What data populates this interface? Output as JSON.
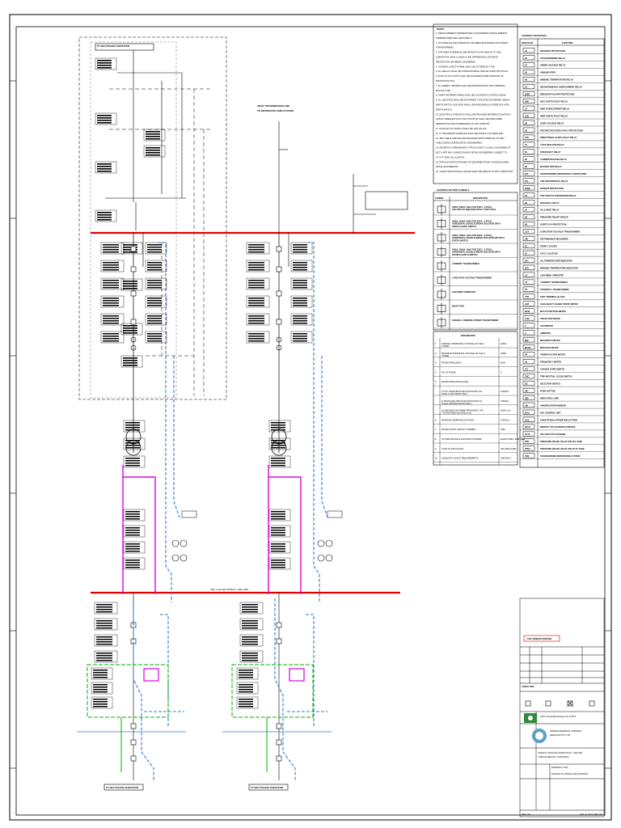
{
  "diagram": {
    "top_incomer": "TO 33kV POOLING SUBSTATION",
    "incoming_line_label": "400kV TRANSMISSION LINE",
    "incoming_line_label_2": "TO INTERSTATE GRID SYSTEM",
    "lower_bus_label": "33kV 1 COLLECTOR BUS 1, 33kV, 50Hz",
    "outgoing_1": "TO 33kV POOLING SUBSTATION",
    "outgoing_2": "TO 33kV POOLING SUBSTATION"
  },
  "notes": {
    "heading": "NOTES:",
    "items": [
      "1. DESIGN AMBIENT TEMPERATURE OF EQUIPMENT DESIGN AMBIENT",
      "   TEMPERATURE SHALL BE 50 DEG C.",
      "2. NO PARALLEL AND OPERATION HAS BEEN ENVISAGED FOR POWER",
      "   TRANSFORMERS.",
      "3. FOR 400kV OVERHEAD LINE FROM PV PLANT END AS TO 33kV",
      "   SUBSTATION, MAIN-I & MAIN-II LINE DIFFERENTIAL DISTANCE",
      "   PROTECTION HAS BEEN CONSIDERED.",
      "4. CONTROL & RELAY PANEL SHALL BE OF SIMPLEX TYPE.",
      "5. ALL RELAYS SHALL BE COMMUNICABLE OVER IEC 61850 PROTOCOL.",
      "6. FINAL PT & CT RATIO SHALL BE FINALIZED AFTER APPROVAL OF",
      "   PROTECTION DLD.",
      "7. ALL ENERGY METERS SHALL BE PROVIDED WITH TEST TERMINAL",
      "   BLOCKS (TTB).",
      "8. TARIFF METERING PANEL SHALL BE LOCATED IN CONTROL ROOM.",
      "9. ALL ISOLATOR SHALL BE MOTORIZED TYPE WITH MOTORIZED SINGLE",
      "   EARTH SWITCH. ISOLATOR SHALL HAVE MECHANICAL INTERLOCK WITH",
      "   EARTH SWITCH.",
      "10. ELECTRICAL INTERLOCK SHALL BE PROVIDED BETWEEN ISOLATOR &",
      "   CIRCUIT BREAKER SUCH THAT ISOLATOR SHALL BE OPEN WHEN",
      "   RESPECTIVE CIRCUIT BREAKER IS IN OFF POSITION.",
      "11. AUXILIARY DC SUPPLY SHALL BE 110V (DC) DC.",
      "12. CT SECONDARY EARTHING SHALL BE DONE AT CR PANEL END.",
      "13. 33kV CABLE SIZE WILL BE INDICATED UPON APPROVAL OF 33kV",
      "   CABLE SIZING DURING DETAIL ENGINEERING.",
      "14. METERING CORE/WINDING TYPE ACCURACY CLASS & VA BURDEN OF",
      "   MCT & MPT MAY CHANGE DURING DETAIL ENGINEERING SUBJECT TO",
      "   CT & PT SIZE CALCULATION.",
      "15. RATINGS AND POSITIONING OF EQUIPMENTS MAY CHANGE DURING",
      "   DETAIL ENGINEERING.",
      "16. 1 MAIN TRIP RATINGS & PHASE SHALL BE SIMILAR TO 33kV SUBSTATION"
    ]
  },
  "sld_legend": {
    "title": "LEGENDS FOR 400kV SYMBOLS",
    "col_symbol": "SYMBOL",
    "col_description": "DESCRIPTION",
    "rows": [
      "400kV, 3000A, 63kA FOR 3SEC., 3-POLE, SF6 CIRCUIT BREAKER WITH 2 TRIP COILS",
      "400kV, 1600A, 40kA FOR 3SEC., 3-POLE, HORIZONTAL DOUBLE BREAK ISOLATOR WITH SINGLE EARTH SWITCH",
      "400kV, 1600A, 40kA FOR 3SEC., 3-POLE, HORIZONTAL DOUBLE BREAK ISOLATOR WITHOUT EARTH SWITCH",
      "400kV, 1600A, 40kA FOR 3SEC., 3-POLE, HORIZONTAL DOUBLE BREAK ISOLATOR WITH DOUBLE EARTH SWITCH",
      "CURRENT TRANSFORMER",
      "CAPACITIVE VOLTAGE TRANSFORMER",
      "LIGHTNING ARRESTER",
      "WAVE TRAP",
      "400/33kV, 3 WINDING POWER TRANSFORMER"
    ]
  },
  "parameters": {
    "title": "PARAMETERS",
    "rows": [
      [
        "1",
        "NOMINAL OPERATING VOLTAGE OF THE SYSTEM",
        "400kV"
      ],
      [
        "2",
        "MAXIMUM OPERATING VOLTAGE OF THE SYSTEM",
        "420kV"
      ],
      [
        "3",
        "RATED FREQUENCY",
        "50Hz"
      ],
      [
        "4",
        "NO OF PHASE",
        "3"
      ],
      [
        "5",
        "RATED INSULATION LEVEL",
        ""
      ],
      [
        "",
        "i) FULL WAVE IMPULSE WITHSTAND VOLTAGE (1.2/50 MICRO SEC.)",
        "1425kVp"
      ],
      [
        "",
        "ii) SWITCHING IMPULSE WITHSTAND VOLTAGE (250/2500 MICRO SEC.)",
        "1050kVp"
      ],
      [
        "",
        "iii) ONE MINUTE POWER FREQUENCY DRY WITHSTAND VOLTAGE (rms)",
        "630kV rms"
      ],
      [
        "6",
        "MINIMUM CREEPAGE DISTANCE",
        "13020mm"
      ],
      [
        "7",
        "RATED SHORT CIRCUIT CURRENT",
        "63kA"
      ],
      [
        "8",
        "SYSTEM NEUTRAL EARTHING (POWER)",
        "EFFECTIVELY EARTHED"
      ],
      [
        "9",
        "TYPE OF INSULATION",
        "AIR INSULATED"
      ],
      [
        "10",
        "AUXILIARY (AC/DC) REQUIREMENTS",
        "415V/110V"
      ]
    ]
  },
  "device_legend": {
    "title": "LEGENDS FOR DEVICES",
    "col_no": "DEVICE NO.",
    "col_function": "FUNCTION",
    "rows": [
      [
        "21",
        "DISTANCE PROTECTION"
      ],
      [
        "25",
        "SYNCHRONISING RELAY"
      ],
      [
        "27",
        "UNDER VOLTAGE RELAY"
      ],
      [
        "30",
        "ANNUNCIATOR"
      ],
      [
        "49",
        "WINDING TEMPERATURE RELAY"
      ],
      [
        "50",
        "INSTANTANEOUS OVERCURRENT RELAY"
      ],
      [
        "50BF",
        "BREAKER FAILURE PROTECTION"
      ],
      [
        "50N",
        "INST. EARTH FAULT RELAY"
      ],
      [
        "51",
        "IDMT OVERCURRENT RELAY"
      ],
      [
        "51N",
        "IDMT EARTH FAULT RELAY"
      ],
      [
        "59",
        "OVER VOLTAGE RELAY"
      ],
      [
        "64",
        "RESTRICTED EARTH FAULT PROTECTION"
      ],
      [
        "67N",
        "DIRECTIONAL EARTH FAULT RELAY"
      ],
      [
        "79",
        "AUTO RECLOSE RELAY"
      ],
      [
        "81",
        "FREQUENCY RELAY"
      ],
      [
        "85",
        "CARRIER RECEIVE RELAY"
      ],
      [
        "86",
        "MASTER TRIP RELAY"
      ],
      [
        "87T",
        "TRANSFORMER DIFFERENTIAL PROTECTION"
      ],
      [
        "87L",
        "LINE DIFFERENTIAL RELAY"
      ],
      [
        "87BB",
        "BUSBAR PROTECTION"
      ],
      [
        "95",
        "TRIP CIRCUIT SUPERVISION RELAY"
      ],
      [
        "96",
        "BUCHHOLZ RELAY"
      ],
      [
        "97",
        "OIL SURGE RELAY"
      ],
      [
        "98",
        "PRESSURE RELIEF DEVICE"
      ],
      [
        "99",
        "OVER FLUX PROTECTION"
      ],
      [
        "CVT",
        "CAPACITIVE VOLTAGE TRANSFORMER"
      ],
      [
        "DR",
        "DISTURBANCE RECORDER"
      ],
      [
        "EL",
        "EVENT LOGGER"
      ],
      [
        "FL",
        "FAULT LOCATOR"
      ],
      [
        "OTI",
        "OIL TEMPERATURE INDICATOR"
      ],
      [
        "WTI",
        "WINDING TEMPERATURE INDICATOR"
      ],
      [
        "LA",
        "LIGHTNING ARRESTER"
      ],
      [
        "CT",
        "CURRENT TRANSFORMER"
      ],
      [
        "PT",
        "POTENTIAL TRANSFORMER"
      ],
      [
        "TTB",
        "TEST TERMINAL BLOCK"
      ],
      [
        "ABT",
        "AVAILABILITY BASED TARIFF METER"
      ],
      [
        "MFM",
        "MULTI FUNCTION METER"
      ],
      [
        "TVM",
        "TRIVECTOR METER"
      ],
      [
        "V",
        "VOLTMETER"
      ],
      [
        "A",
        "AMMETER"
      ],
      [
        "MW",
        "MEGAWATT METER"
      ],
      [
        "MVAR",
        "MEGAVAR METER"
      ],
      [
        "PF",
        "POWER FACTOR METER"
      ],
      [
        "Hz",
        "FREQUENCY METER"
      ],
      [
        "CO",
        "CHANGE OVER SWITCH"
      ],
      [
        "TNC",
        "TRIP NEUTRAL CLOSE SWITCH"
      ],
      [
        "SS",
        "SELECTOR SWITCH"
      ],
      [
        "PB",
        "PUSH BUTTON"
      ],
      [
        "IND",
        "INDICATING LAMP"
      ],
      [
        "AN",
        "ANNUNCIATION WINDOW"
      ],
      [
        "BCU",
        "BAY CONTROL UNIT"
      ],
      [
        "SAS",
        "SUBSTATION AUTOMATION SYSTEM"
      ],
      [
        "RTCC",
        "REMOTE TAP CHANGER CONTROL"
      ],
      [
        "OLTC",
        "ON LOAD TAP CHANGER"
      ],
      [
        "PRV",
        "PRESSURE RELIEF VALVE FOR OIL TANK"
      ],
      [
        "PRV2",
        "PRESSURE RELIEF VALVE FOR OLTC TANK"
      ],
      [
        "TMS",
        "TRANSFORMER MONITORING SYSTEM"
      ]
    ]
  },
  "title_block": {
    "stamp": "FOR TENDER PURPOSE",
    "check_box": "CHECK BOX",
    "client": "NTPC Renewable Energy Ltd. (NTPC)",
    "consultant": "DINESHCHANDRA R. AGRAWAL",
    "consultant_2": "INFRACON PVT. LTD.",
    "project": "33/400 KV POOLING SUBSTATION - 1400 MW",
    "location": "TUMKUR REGION, KARNATAKA",
    "drawing_title_label": "DRAWING TITLE :",
    "drawing_title": "400/33kV HV SINGLE LINE DIAGRAM",
    "dwg_no": "DRG. NO. :",
    "sheet": "SHT. 01 OF 01   REV. R0"
  }
}
